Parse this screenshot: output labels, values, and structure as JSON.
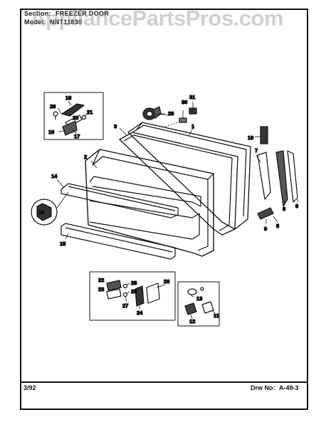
{
  "header": {
    "section_label": "Section:",
    "section_value": "FREEZER DOOR",
    "model_label": "Model:",
    "model_value": "NNT11830"
  },
  "footer": {
    "date": "3/92",
    "drawing_label": "Drw No:",
    "drawing_value": "A-49-3"
  },
  "watermark": "AppliancePartsPros.com",
  "callouts": {
    "c1": "1",
    "c2": "2",
    "c3": "3",
    "c5": "5",
    "c6": "6",
    "c7": "7",
    "c8": "8",
    "c9": "9",
    "c10": "10",
    "c11": "11",
    "c12": "12",
    "c13": "13",
    "c14": "14",
    "c15": "15",
    "c16": "16",
    "c17": "17",
    "c18": "18",
    "c19": "19",
    "c20": "20",
    "c21": "21",
    "c22": "22",
    "c23": "23",
    "c24": "24",
    "c25": "25",
    "c26": "26",
    "c27": "27",
    "c28": "28",
    "c29": "29",
    "c30": "30",
    "c31": "31"
  },
  "colors": {
    "ink": "#111111",
    "watermark": "#969696"
  }
}
